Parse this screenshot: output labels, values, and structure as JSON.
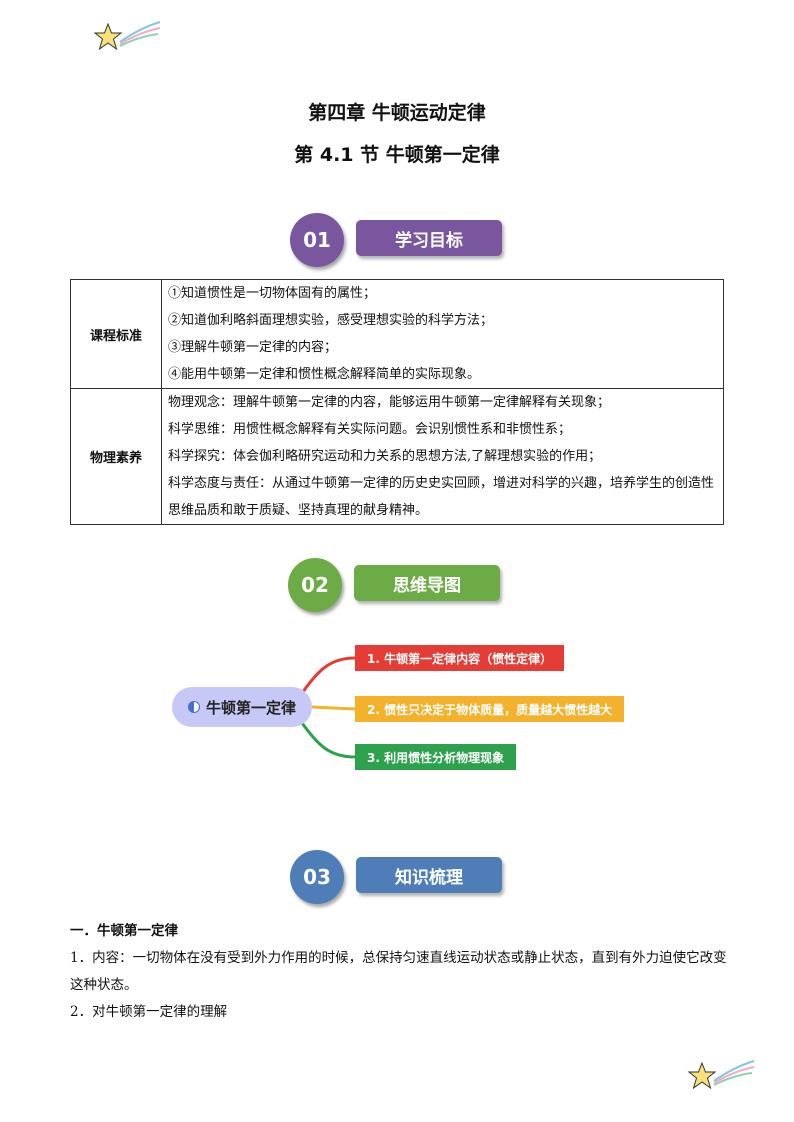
{
  "header": {
    "chapter_title": "第四章 牛顿运动定律",
    "section_title": "第 4.1 节 牛顿第一定律"
  },
  "sections": [
    {
      "number": "01",
      "label": "学习目标",
      "color": "#7a569e"
    },
    {
      "number": "02",
      "label": "思维导图",
      "color": "#6cab45"
    },
    {
      "number": "03",
      "label": "知识梳理",
      "color": "#4e7db8"
    }
  ],
  "goals_table": {
    "rows": [
      {
        "head": "课程标准",
        "lines": [
          "①知道惯性是一切物体固有的属性；",
          "②知道伽利略斜面理想实验，感受理想实验的科学方法；",
          "③理解牛顿第一定律的内容；",
          "④能用牛顿第一定律和惯性概念解释简单的实际现象。"
        ]
      },
      {
        "head": "物理素养",
        "lines": [
          "物理观念：理解牛顿第一定律的内容，能够运用牛顿第一定律解释有关现象；",
          "科学思维：用惯性概念解释有关实际问题。会识别惯性系和非惯性系；",
          "科学探究：体会伽利略研究运动和力关系的思想方法,了解理想实验的作用；",
          "科学态度与责任：从通过牛顿第一定律的历史史实回顾，增进对科学的兴趣，培养学生的创造性思维品质和敢于质疑、坚持真理的献身精神。"
        ]
      }
    ]
  },
  "mindmap": {
    "center": "牛顿第一定律",
    "branches": [
      {
        "label": "1. 牛顿第一定律内容（惯性定律）",
        "color": "#e53d36"
      },
      {
        "label": "2. 惯性只决定于物体质量，质量越大惯性越大",
        "color": "#f4b12b"
      },
      {
        "label": "3. 利用惯性分析物理现象",
        "color": "#2ea14c"
      }
    ]
  },
  "knowledge": {
    "heading": "一．牛顿第一定律",
    "p1": "1．内容：一切物体在没有受到外力作用的时候，总保持匀速直线运动状态或静止状态，直到有外力迫使它改变这种状态。",
    "p2": "2．对牛顿第一定律的理解"
  },
  "decorations": {
    "star_icon": "shooting-star-icon",
    "star_color": "#f7e27a"
  }
}
